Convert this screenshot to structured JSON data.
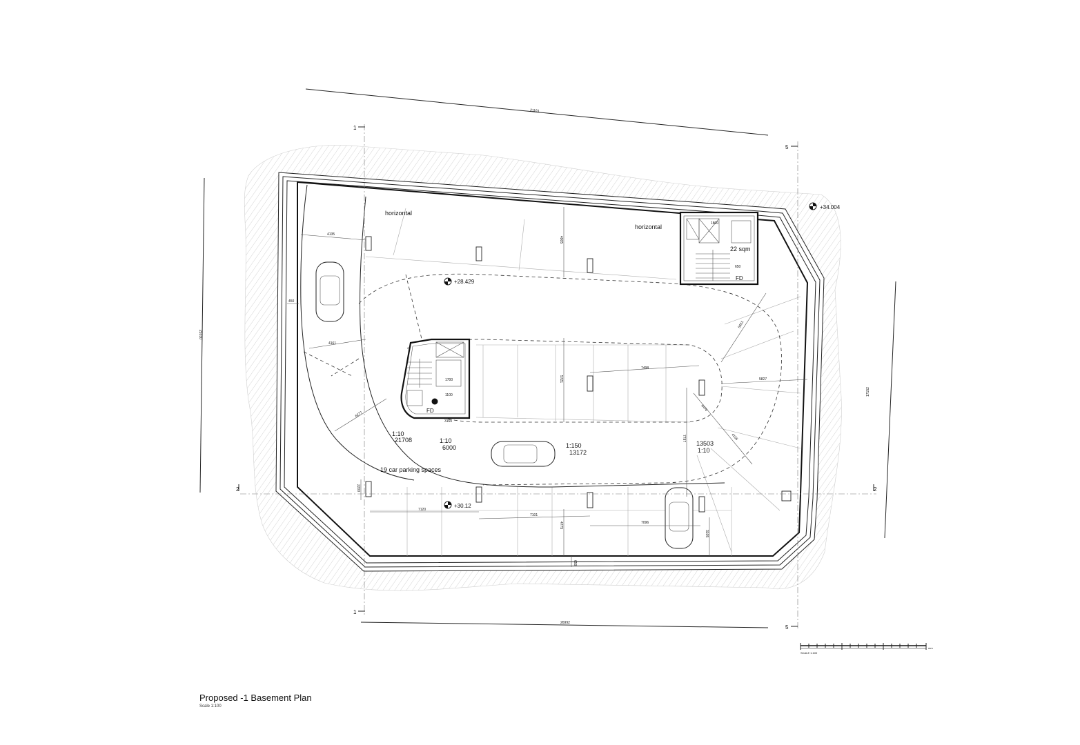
{
  "title": "Proposed -1 Basement  Plan",
  "subtitle": "Scale 1:100",
  "scale_bar_label": "SCALE 1:100",
  "scale_bar_unit": "mm",
  "grid_labels": {
    "g1_top": "1",
    "g1_bottom": "1",
    "g5_top": "5",
    "g5_bottom": "5",
    "g2_left": "2",
    "g2_right": "2"
  },
  "labels": {
    "horizontal_left": "horizontal",
    "horizontal_right": "horizontal",
    "sqm": "22 sqm",
    "fd_core": "FD",
    "fd_stair": "FD",
    "parking": "19 car parking spaces",
    "ratio_a": "1:10",
    "value_a": "21708",
    "ratio_b": "1:10",
    "value_b": "6000",
    "ratio_c": "1:150",
    "value_c": "13172",
    "value_d": "13503",
    "ratio_d": "1:10"
  },
  "levels": {
    "top_right": "+34.004",
    "ramp_top": "+28.429",
    "ramp_bottom": "+30.12"
  },
  "dimensions": {
    "overall_top": "21161",
    "overall_bottom": "26992",
    "overall_left": "21030",
    "overall_right": "17152",
    "d4135": "4135",
    "d4905": "4905",
    "d4161": "4161",
    "d450": "450",
    "d5721": "5721",
    "d7498": "7498",
    "d5827": "5827",
    "d5651": "5651",
    "d6277": "6277",
    "d7797": "7797",
    "d7120": "7120",
    "d7101": "7101",
    "d7096": "7096",
    "d4775": "4775",
    "d3105": "3105",
    "d2200": "2200",
    "d3160": "3160",
    "d6470": "6470",
    "d4155": "4155",
    "d1800": "1800",
    "d650": "650",
    "d1100": "1100",
    "d1700": "1700",
    "d650b": "650"
  }
}
